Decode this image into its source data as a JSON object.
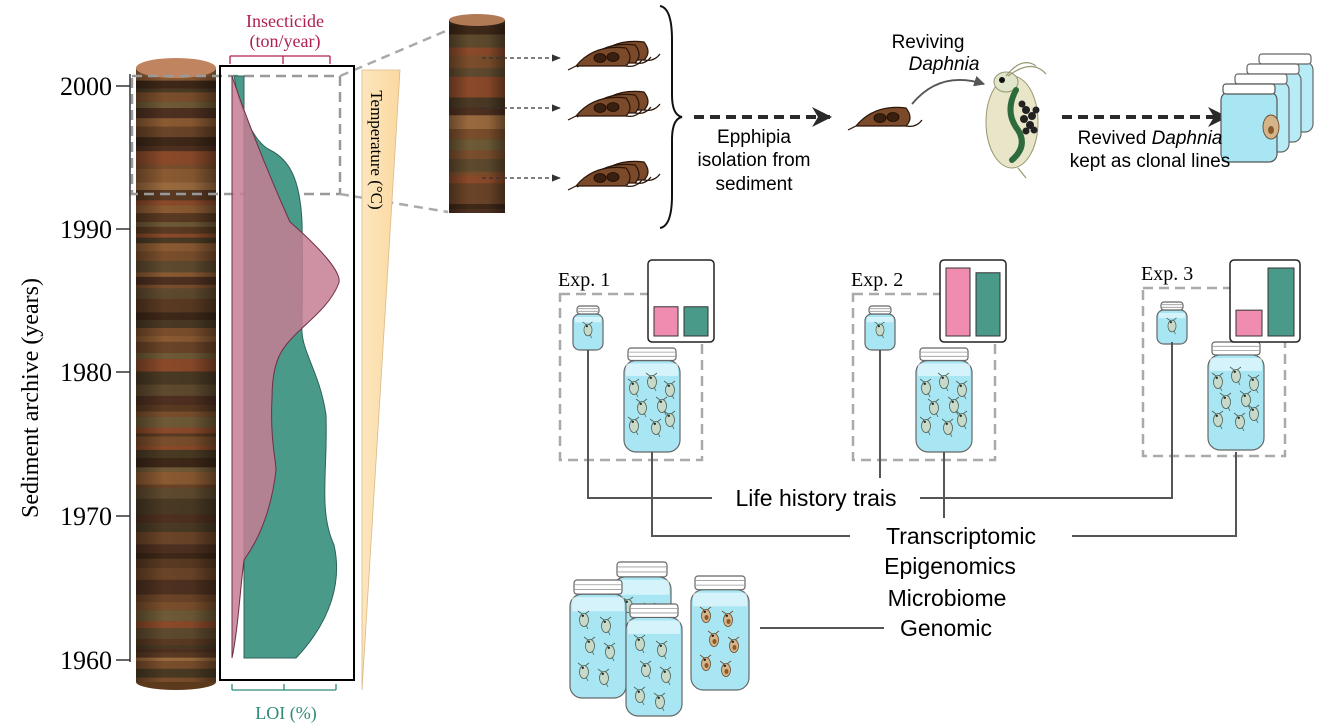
{
  "axis": {
    "ylabel": "Sediment archive (years)",
    "ticks": [
      "2000",
      "1990",
      "1980",
      "1970",
      "1960"
    ],
    "top_label_line1": "Insecticide",
    "top_label_line2": "(ton/year)",
    "bottom_label": "LOI (%)",
    "temperature_label": "Temperature (°C)"
  },
  "process": {
    "isolation_line1": "Epphipia",
    "isolation_line2": "isolation from",
    "isolation_line3": "sediment",
    "reviving_line1": "Reviving",
    "reviving_line2": "Daphnia",
    "revived_word": "Revived",
    "revived_genus": "Daphnia",
    "clonal_line": "kept as clonal lines"
  },
  "experiments": [
    {
      "label": "Exp. 1",
      "bar_values": [
        0.43,
        0.43
      ]
    },
    {
      "label": "Exp. 2",
      "bar_values": [
        1.0,
        0.93
      ]
    },
    {
      "label": "Exp. 3",
      "bar_values": [
        0.38,
        1.0
      ]
    }
  ],
  "outputs": {
    "life_history": "Life history trais",
    "transcriptomic": "Transcriptomic",
    "epigenomics": "Epigenomics",
    "microbiome": "Microbiome",
    "genomic": "Genomic"
  },
  "colors": {
    "pink": "#f08cb0",
    "teal": "#4a9a8a",
    "crimson": "#b0204e",
    "teal_text": "#2e8b7a",
    "temperature": "#fde0b0",
    "jar_water": "#a9e6f4"
  }
}
